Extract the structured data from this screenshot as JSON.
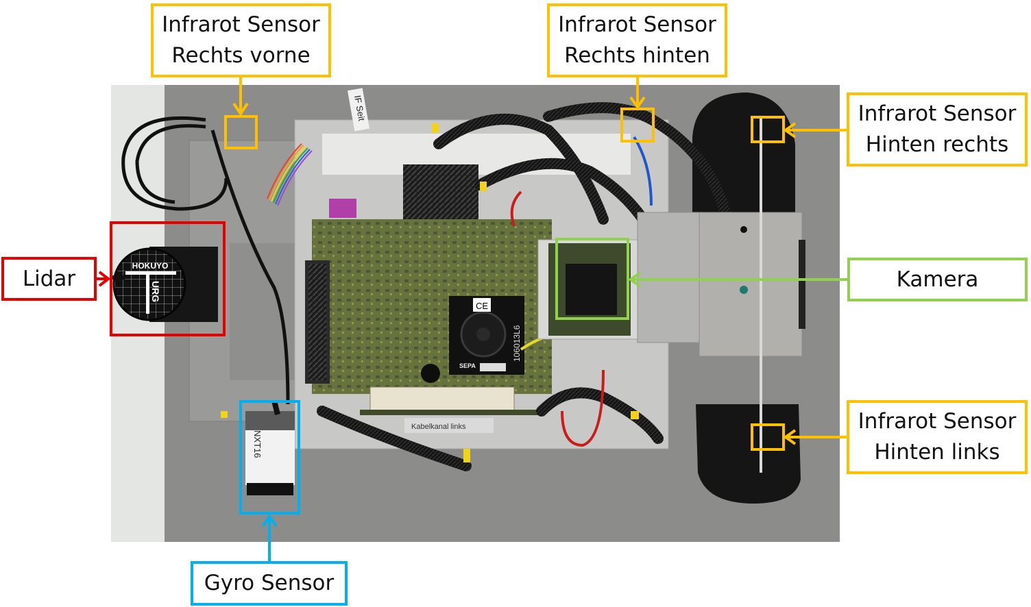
{
  "figure": {
    "description": "Annotated top-view photo of a mobile robot showing sensor positions",
    "photo": {
      "subject": "robot-top-view",
      "visible_labels": {
        "lidar_brand": "HOKUYO",
        "lidar_model": "URG",
        "gyro_label": "NXT16",
        "board_label": "106013L6",
        "board_brand": "SEPA",
        "ce_mark": "CE",
        "cable_label_top": "IF Seit",
        "cable_label_bottom": "Kabelkanal links"
      }
    },
    "colors": {
      "infrared": "#FFC000",
      "lidar": "#E60000",
      "camera": "#92D050",
      "gyro": "#00B0F0"
    },
    "annotations": [
      {
        "id": "ir-rechts-vorne",
        "lines": [
          "Infrarot Sensor",
          "Rechts vorne"
        ],
        "color_key": "infrared",
        "arrow_direction": "down"
      },
      {
        "id": "ir-rechts-hinten",
        "lines": [
          "Infrarot Sensor",
          "Rechts hinten"
        ],
        "color_key": "infrared",
        "arrow_direction": "down"
      },
      {
        "id": "ir-hinten-rechts",
        "lines": [
          "Infrarot Sensor",
          "Hinten rechts"
        ],
        "color_key": "infrared",
        "arrow_direction": "left"
      },
      {
        "id": "lidar",
        "lines": [
          "Lidar"
        ],
        "color_key": "lidar",
        "arrow_direction": "right"
      },
      {
        "id": "kamera",
        "lines": [
          "Kamera"
        ],
        "color_key": "camera",
        "arrow_direction": "left"
      },
      {
        "id": "ir-hinten-links",
        "lines": [
          "Infrarot Sensor",
          "Hinten links"
        ],
        "color_key": "infrared",
        "arrow_direction": "left"
      },
      {
        "id": "gyro",
        "lines": [
          "Gyro Sensor"
        ],
        "color_key": "gyro",
        "arrow_direction": "up"
      }
    ]
  }
}
